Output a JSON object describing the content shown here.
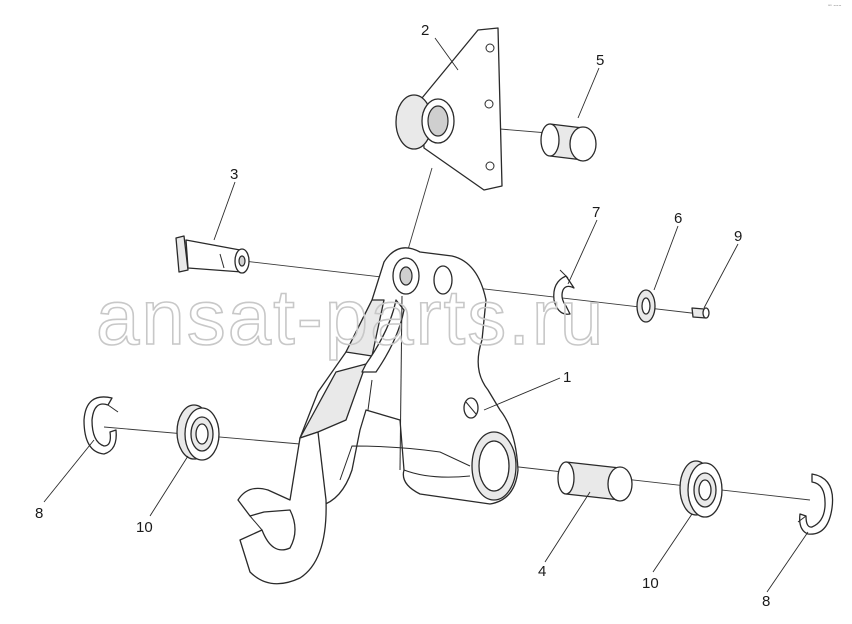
{
  "diagram": {
    "callouts": [
      "1",
      "2",
      "3",
      "4",
      "5",
      "6",
      "7",
      "8",
      "9",
      "10",
      "8",
      "10"
    ]
  },
  "watermark": {
    "text": "ansat-parts.ru"
  },
  "corner_mark": {
    "text": "ᵃˢ ⁼⁼⁼"
  }
}
